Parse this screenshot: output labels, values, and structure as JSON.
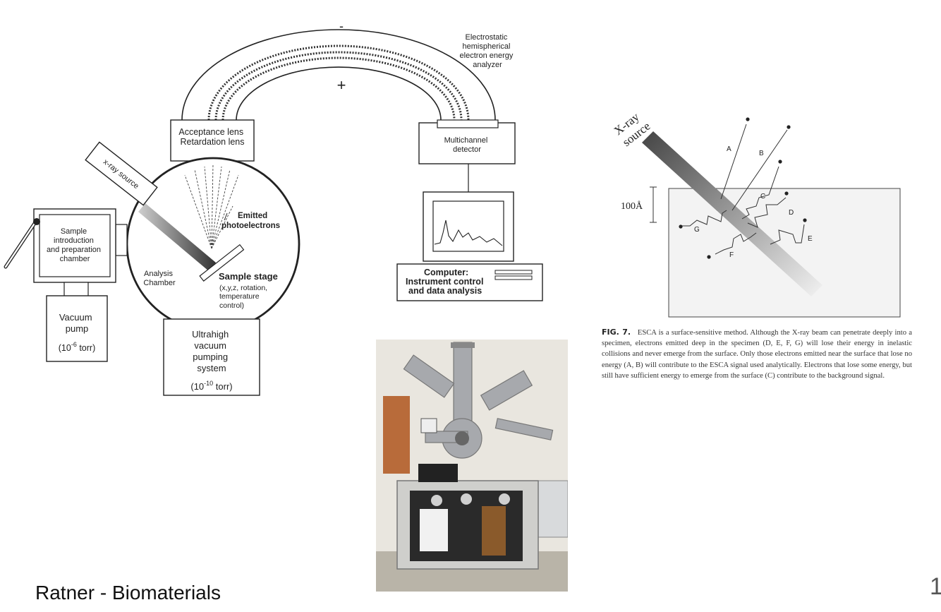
{
  "credit": "Ratner - Biomaterials",
  "slide_number": "1",
  "instrument_diagram": {
    "minus_sign": "-",
    "plus_sign": "+",
    "analyzer_label": [
      "Electrostatic",
      "hemispherical",
      "electron energy",
      "analyzer"
    ],
    "lens_label": [
      "Acceptance lens",
      "Retardation lens"
    ],
    "detector_label": [
      "Multichannel",
      "detector"
    ],
    "xray_source_label": "x-ray source",
    "emitted_label": [
      "Emitted",
      "photoelectrons"
    ],
    "sample_stage_title": "Sample stage",
    "sample_stage_detail": [
      "(x,y,z, rotation,",
      "temperature",
      "control)"
    ],
    "analysis_chamber_label": [
      "Analysis",
      "Chamber"
    ],
    "computer_label": [
      "Computer:",
      "Instrument control",
      "and data analysis"
    ],
    "intro_chamber_label": [
      "Sample",
      "introduction",
      "and preparation",
      "chamber"
    ],
    "vacuum_pump_label": [
      "Vacuum",
      "pump"
    ],
    "vacuum_pump_pressure": {
      "base": "(10",
      "exp": "-6",
      "unit": " torr)"
    },
    "uhv_label": [
      "Ultrahigh",
      "vacuum",
      "pumping",
      "system"
    ],
    "uhv_pressure": {
      "base": "(10",
      "exp": "-10",
      "unit": " torr)"
    }
  },
  "escape_depth_figure": {
    "source_label": [
      "X-ray",
      "source"
    ],
    "depth_label": "100Å",
    "electron_labels": [
      "A",
      "B",
      "C",
      "D",
      "E",
      "F",
      "G"
    ]
  },
  "caption": {
    "fig_label": "FIG. 7.",
    "text": "ESCA is a surface-sensitive method. Although the X-ray beam can penetrate deeply into a specimen, electrons emitted deep in the specimen (D, E, F, G) will lose their energy in inelastic collisions and never emerge from the surface. Only those electrons emitted near the surface that lose no energy (A, B) will contribute to the ESCA signal used analytically. Electrons that lose some energy, but still have sufficient energy to emerge from the surface (C) contribute to the background signal."
  },
  "colors": {
    "ink": "#222222",
    "photo_wall": "#e9e6df",
    "photo_cabinet": "#cfcfcc",
    "photo_steel": "#a7a9ad"
  }
}
